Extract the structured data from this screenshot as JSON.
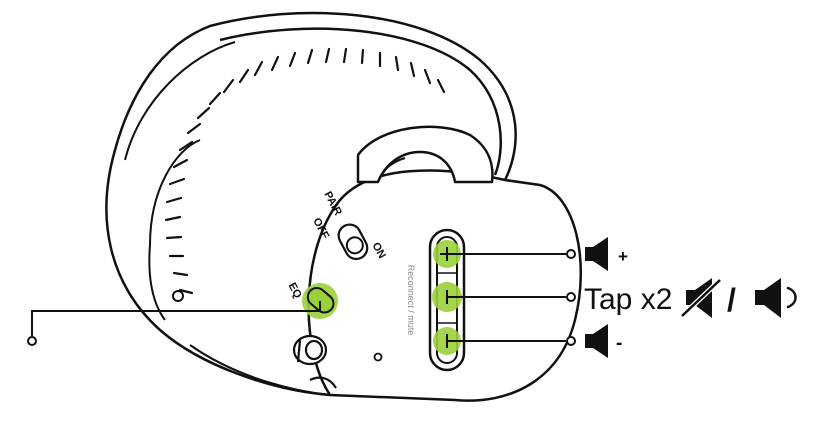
{
  "device": {
    "switch_labels": {
      "pair": "PAIR",
      "off": "OFF",
      "on": "ON"
    },
    "eq_label": "EQ",
    "side_label": "Reconnect / mute"
  },
  "callouts": {
    "vol_up": {
      "symbol": "+",
      "icon": "speaker-icon"
    },
    "mute": {
      "text": "Tap x2",
      "icons": [
        "speaker-muted-icon",
        "speaker-sound-icon"
      ],
      "separator": "/"
    },
    "vol_down": {
      "symbol": "-",
      "icon": "speaker-icon"
    }
  },
  "colors": {
    "highlight": "#9BCF3B",
    "line": "#111111",
    "background": "#ffffff"
  }
}
